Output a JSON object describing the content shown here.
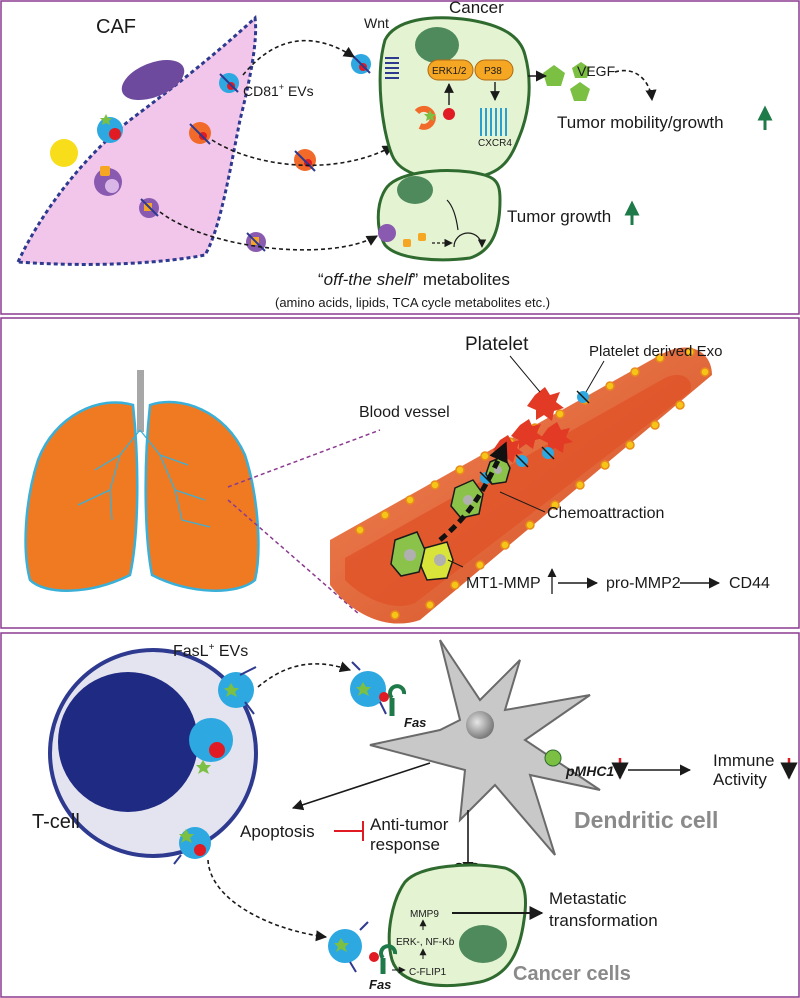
{
  "colors": {
    "panel_border": "#8b3a8f",
    "cell_fill": "#e4f3d2",
    "cell_stroke": "#2f6a2f",
    "nucleus": "#4f8a5c",
    "caf_fill": "#f2c6ea",
    "caf_stroke": "#2e3a8f",
    "lung_fill": "#f07a22",
    "lung_stroke": "#3ab0d8",
    "vessel": "#e0552a",
    "platelet": "#e23a24",
    "ev_blue": "#2da8e0",
    "ev_red": "#e01b24",
    "arrow_up_green": "#1f7a4a",
    "arrow_down_red": "#e01b24",
    "inhibit_red": "#e01b24",
    "label_grey": "#8a8a8a",
    "tcell_ring": "#2e3a8f",
    "tcell_nucleus": "#1f2a82",
    "dendritic": "#c8c8c8"
  },
  "panel1": {
    "caf_label": "CAF",
    "cancer_label": "Cancer",
    "wnt_label": "Wnt",
    "cd81_label": "CD81",
    "cd81_sup": "+",
    "cd81_suffix": " EVs",
    "erk_label": "ERK1/2",
    "p38_label": "P38",
    "cxcr4_label": "CXCR4",
    "vegf_label": "VEGF",
    "mobility_label": "Tumor mobility/growth",
    "growth_label": "Tumor growth",
    "offshelf_q1": "“",
    "offshelf_italic": "off-the shelf",
    "offshelf_q2": "” metabolites",
    "metabolites_note": "(amino acids, lipids, TCA cycle metabolites etc.)"
  },
  "panel2": {
    "platelet_label": "Platelet",
    "platelet_exo_label": "Platelet derived Exo",
    "blood_vessel_label": "Blood vessel",
    "chemo_label": "Chemoattraction",
    "mt1_label": "MT1-MMP",
    "promm_label": "pro-MMP2",
    "cd44_label": "CD44"
  },
  "panel3": {
    "fasl_label": "FasL",
    "fasl_sup": "+",
    "fasl_suffix": " EVs",
    "fas_label_top": "Fas",
    "fas_label_bottom": "Fas",
    "tcell_label": "T-cell",
    "apoptosis_label": "Apoptosis",
    "antitumor_line1": "Anti-tumor",
    "antitumor_line2": "response",
    "pmhc_label": "pMHC1",
    "immune_line1": "Immune",
    "immune_line2": "Activity",
    "dendritic_label": "Dendritic cell",
    "mmp9_label": "MMP9",
    "erk_nfkb_label": "ERK-, NF-Kb",
    "cflip_label": "C-FLIP1",
    "metastatic_line1": "Metastatic",
    "metastatic_line2": "transformation",
    "cancer_cells_label": "Cancer cells"
  }
}
